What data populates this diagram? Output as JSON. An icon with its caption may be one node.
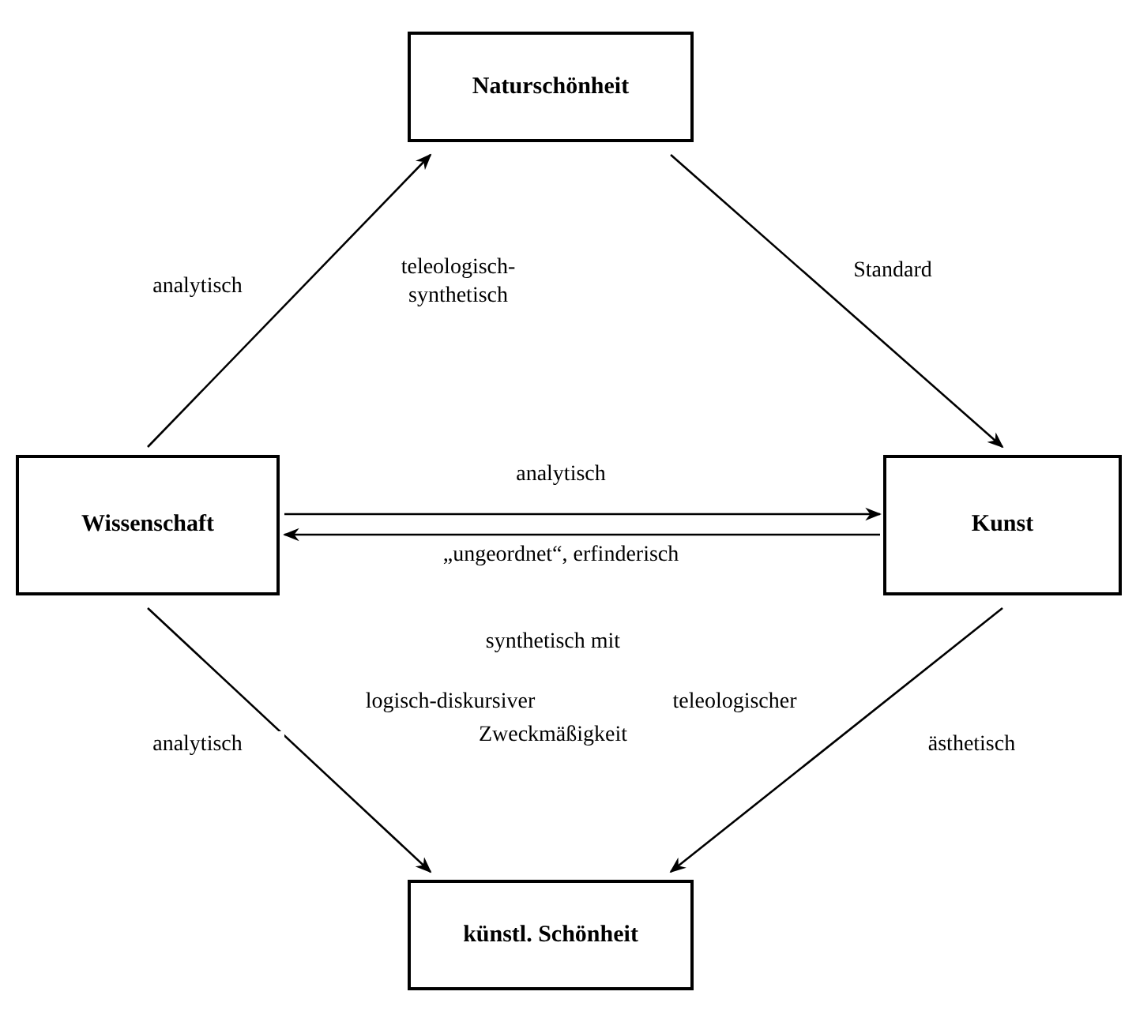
{
  "diagram": {
    "nodes": [
      {
        "text": [
          "Naturschönheit"
        ]
      },
      {
        "text": [
          "Wissenschaft"
        ]
      },
      {
        "text": [
          "Kunst"
        ]
      },
      {
        "text": [
          "künstl. Schönheit"
        ]
      }
    ],
    "edges": [
      {
        "from": 1,
        "to": 0,
        "arrow": "to",
        "label": "analytisch"
      },
      {
        "from": 0,
        "to": 2,
        "arrow": "to",
        "label": "Standard"
      },
      {
        "from": 1,
        "to": 2,
        "arrow": "to",
        "label": "analytisch"
      },
      {
        "from": 2,
        "to": 1,
        "arrow": "to",
        "label": "„ungeordnet“, erfinderisch"
      },
      {
        "from": 1,
        "to": 3,
        "arrow": "to",
        "label": "analytisch"
      },
      {
        "from": 2,
        "to": 3,
        "arrow": "to",
        "label": "ästhetisch"
      }
    ],
    "labels": [
      "teleologisch- synthetisch",
      "synthetisch mit",
      "logisch-diskursiver",
      "teleologischer",
      "Zweckmäßigkeit"
    ]
  }
}
